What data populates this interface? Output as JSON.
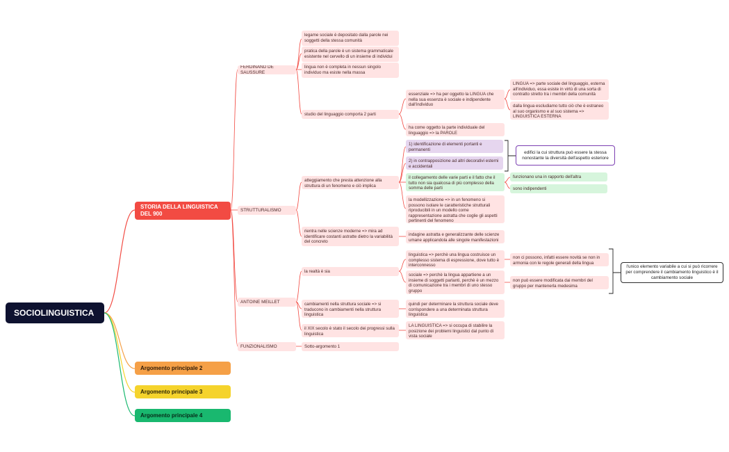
{
  "root": "SOCIOLINGUISTICA",
  "main_topics": [
    "STORIA DELLA LINGUISTICA DEL 900",
    "Argomento principale 2",
    "Argomento principale 3",
    "Argomento principale 4"
  ],
  "branches": {
    "saussure": {
      "label": "FERDINAND DE SAUSSURE",
      "points": [
        "legame sociale è depositato dalla parole nei soggetti della stessa comunità",
        "pratica della parole è un sistema grammaticale esistente nel cervello di un insieme di individui",
        "lingua non è completa in nessun singolo individuo ma esiste nella massa",
        "studio del linguaggio comporta 2 parti"
      ],
      "parts": [
        "essenziale => ha per oggetto la LINGUA che nella sua essenza è sociale e indipendente dall'individuo",
        "ha come oggetto la parte individuale del linguaggio => la PAROLE"
      ],
      "lingua_details": [
        "LINGUA => parte sociale del linguaggio, esterna all'individuo, essa esiste in virtù di una sorta di contratto stretto tra i membri della comunità",
        "dalla lingua escludiamo tutto ciò che è estraneo al suo organismo e al suo sistema => LINGUISTICA ESTERNA"
      ]
    },
    "strutturalismo": {
      "label": "STRUTTURALISMO",
      "points": [
        "atteggiamento che presta attenzione alla struttura di un fenomeno e ciò implica",
        "rientra nelle scienze moderne => mira ad identificare costanti astratte dietro la variabilità del concreto"
      ],
      "implications": [
        "1) identificazione di elementi portanti e permanenti",
        "2) in contrapposizione ad altri decorativi esterni e accidentali",
        "il collegamento delle varie parti e il fatto che il tutto non sia qualcosa di più complesso della somma delle parti",
        "la modellizzazione => in un fenomeno si possono isolare le caratteristiche strutturali riproducibili in un modello come rappresentazione astratta che coglie gli aspetti pertinenti del fenomeno"
      ],
      "collegamento_details": [
        "funzionano una in rapporto dell'altra",
        "sono indipendenti"
      ],
      "scienze_detail": "indagine astratta e generalizzante delle scienze umane applicandola alle singole manifestazioni",
      "summary": "edifici la cui struttura può essere la stessa nonostante la diversità dell'aspetto esteriore"
    },
    "meillet": {
      "label": "ANTOINE MEILLET",
      "points": [
        "la realtà è sia",
        "cambiamenti nella struttura sociale => si traducono in cambiamenti nella struttura linguistica",
        "il XIX secolo è stato il secolo dei progressi sulla linguistica"
      ],
      "reality": [
        "linguistica => perchè una lingua costruisce un complesso sistema di espressione, dove tutto è interconnesso",
        "sociale => perchè la lingua appartiene a un insieme di soggetti parlanti, perchè è un mezzo di comunicazione tra i membri di uno stesso gruppo"
      ],
      "reality_details": [
        "non ci possono, infatti essere novità se non in armonia con le regole generali della lingua",
        "non può essere modificata dai membri del gruppo per mantenerla medesima"
      ],
      "cambiamenti_detail": "quindi per determinare la struttura sociale deve corrispondere a una determinata struttura linguistica",
      "xix_detail": "LA LINGUISTICA => si occupa di stabilire la posizione dei problemi linguistici dal punto di vista sociale",
      "summary": "l'unico elemento variabile a cui si può ricorrere per comprendere il cambiamento linguistico è il cambiamento sociale"
    },
    "funzionalismo": {
      "label": "FUNZIONALISMO",
      "points": [
        "Sotto-argomento 1"
      ]
    }
  },
  "colors": {
    "root": "#0e1230",
    "red": "#f24b43",
    "orange": "#f5a047",
    "yellow": "#f5d32c",
    "green": "#19b86f",
    "pink_node": "#ffe3e3",
    "purple_node": "#e6d6ef",
    "mint_node": "#d6f5dc"
  }
}
